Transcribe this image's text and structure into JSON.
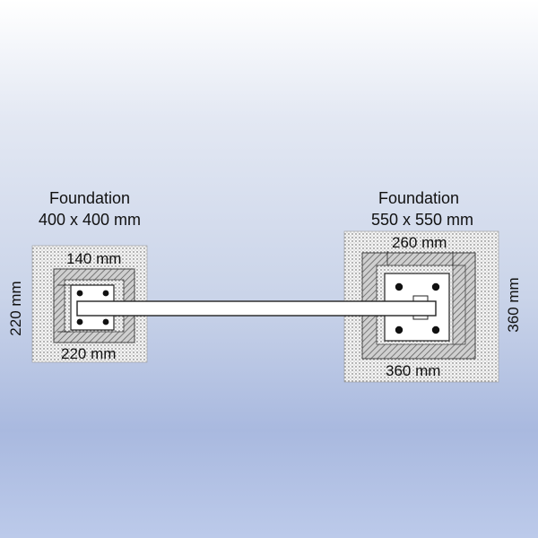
{
  "foundations": [
    {
      "title": "Foundation",
      "size_label": "400 x 400 mm",
      "dim_top": "140 mm",
      "dim_bottom": "220 mm",
      "dim_side": "220 mm"
    },
    {
      "title": "Foundation",
      "size_label": "550 x 550 mm",
      "dim_top": "260 mm",
      "dim_bottom": "360 mm",
      "dim_side": "360 mm"
    }
  ],
  "colors": {
    "concrete": "#f2f2f2",
    "hatch": "#5a5a5a",
    "plate": "#ffffff",
    "outline": "#333333"
  }
}
